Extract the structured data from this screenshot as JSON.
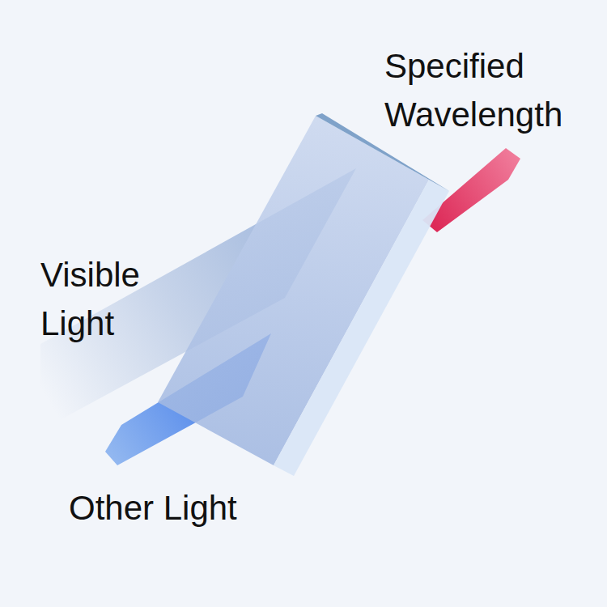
{
  "diagram": {
    "labels": [
      "Specified Wavelength",
      "Visible Light",
      "Other Light"
    ]
  }
}
